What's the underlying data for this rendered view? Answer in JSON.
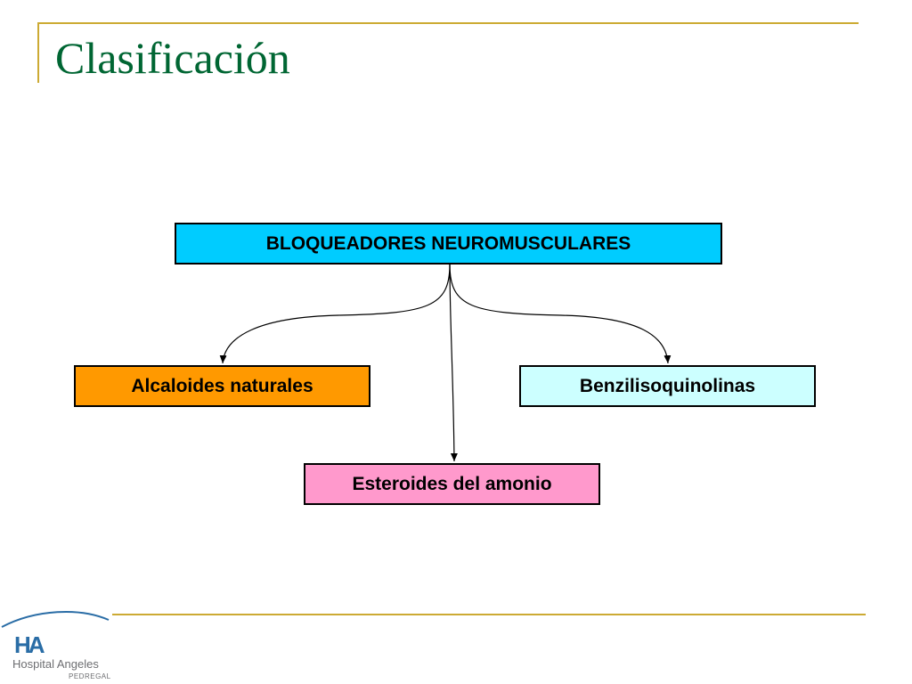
{
  "slide": {
    "title": "Clasificación"
  },
  "diagram": {
    "root": {
      "label": "BLOQUEADORES NEUROMUSCULARES",
      "color": "#00ccff"
    },
    "children": [
      {
        "label": "Alcaloides naturales",
        "color": "#ff9900"
      },
      {
        "label": "Benzilisoquinolinas",
        "color": "#ccffff"
      },
      {
        "label": "Esteroides del amonio",
        "color": "#ff99cc"
      }
    ]
  },
  "theme": {
    "accent_line": "#ccaa33",
    "title_color": "#006633"
  },
  "logo": {
    "mark": "HA",
    "name": "Hospital Angeles",
    "sub": "PEDREGAL",
    "color": "#2a6da6"
  }
}
